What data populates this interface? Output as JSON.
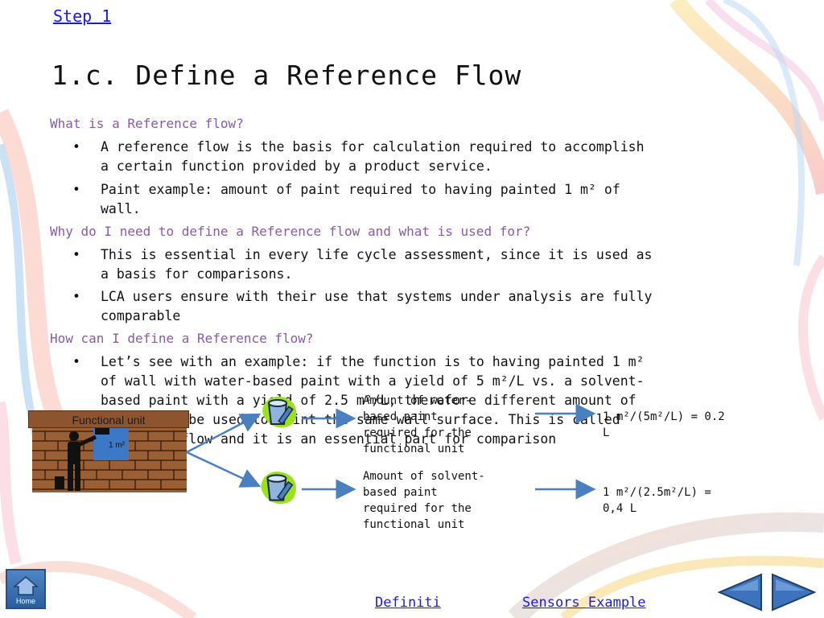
{
  "nav": {
    "step_link": "Step 1",
    "home_label": "Home",
    "bottom_link_1": "Definiti",
    "bottom_link_2": "Sensors Example"
  },
  "slide": {
    "title": "1.c. Define a Reference Flow",
    "questions": [
      "What is a Reference flow?",
      "Why do I need to define a Reference flow and what is used for?",
      "How can I define a Reference flow?"
    ],
    "bullets": [
      "A reference flow is the basis for calculation required to accomplish\na certain function provided by a product service.",
      "Paint example: amount of paint required to having painted 1 m² of\nwall.",
      "This is essential in every life cycle assessment, since it is used as\na basis for comparisons.",
      "LCA users ensure with their use that systems under analysis are fully\ncomparable",
      "Let’s see with an example: if the function is to having painted 1 m²\nof wall with water-based paint with a yield of 5 m²/L vs. a solvent-\nbased paint with a yield of 2.5 m²/L, therefore different amount of\npaint will be used to paint the same wall surface. This is called\nreference flow and it is an essential part for comparison"
    ]
  },
  "diagram": {
    "functional_unit_label": "Functional unit",
    "area_label": "1 m²",
    "water_desc": "Amount of water-\nbased paint\nrequired for the\nfunctional unit",
    "water_result": "1 m²/(5m²/L) = 0.2\nL",
    "solvent_desc": "Amount of solvent-\nbased paint\nrequired for the\nfunctional unit",
    "solvent_result": "1 m²/(2.5m²/L) =\n0,4 L"
  },
  "colors": {
    "question": "#8a5aa8",
    "link": "#1a1ae6",
    "arrow": "#4a7fc0",
    "brick": "#9a5f33",
    "nav_arrow": "#3d73bd"
  }
}
